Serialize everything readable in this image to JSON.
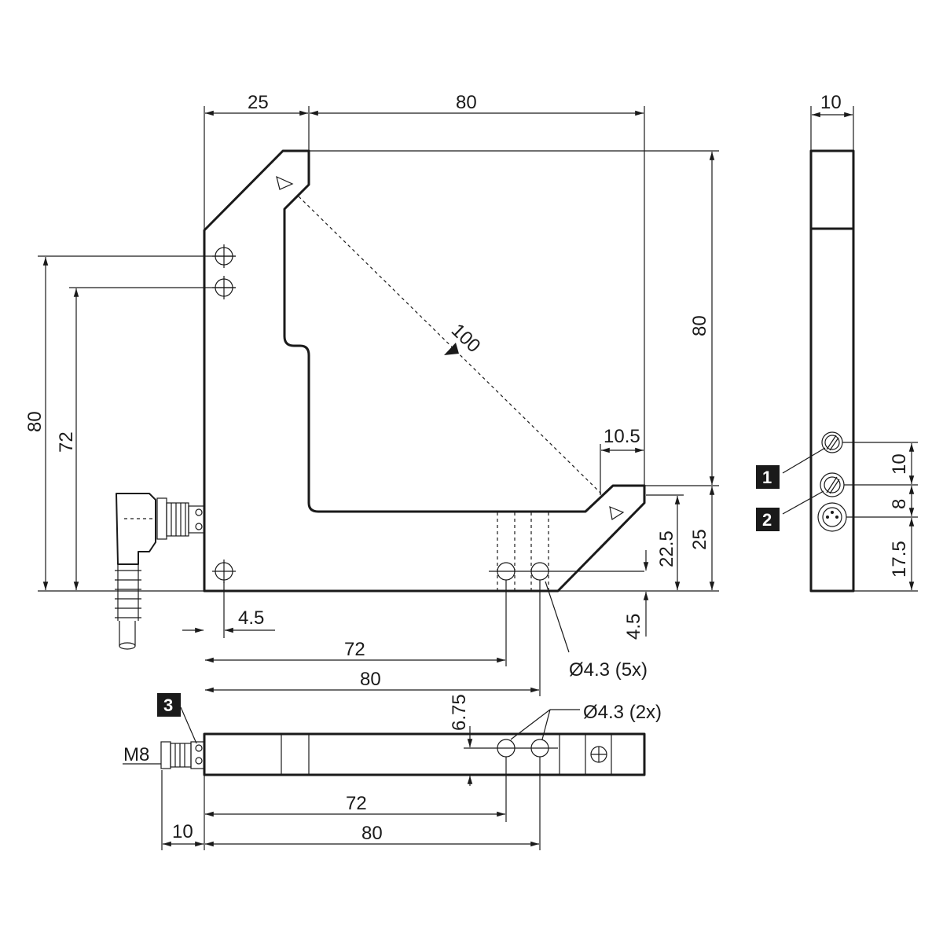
{
  "dimensions": {
    "top_left_width": "25",
    "top_width": "80",
    "side_width": "10",
    "right_height": "80",
    "diagonal": "100",
    "left_outer_height": "80",
    "left_inner_height": "72",
    "gap_10_5": "10.5",
    "height_22_5": "22.5",
    "height_25": "25",
    "bottom_4_5_right": "4.5",
    "bottom_4_5_left": "4.5",
    "bottom_72": "72",
    "bottom_80": "80",
    "hole_5x": "Ø4.3 (5x)",
    "hole_2x": "Ø4.3 (2x)",
    "depth_6_75": "6.75",
    "connector_thread": "M8",
    "connector_10": "10",
    "plan_72": "72",
    "plan_80": "80",
    "side_10": "10",
    "side_8": "8",
    "side_17_5": "17.5"
  },
  "badges": {
    "b1": "1",
    "b2": "2",
    "b3": "3"
  },
  "colors": {
    "line": "#1a1a1a",
    "badge_bg": "#1a1a1a",
    "badge_text": "#ffffff"
  }
}
